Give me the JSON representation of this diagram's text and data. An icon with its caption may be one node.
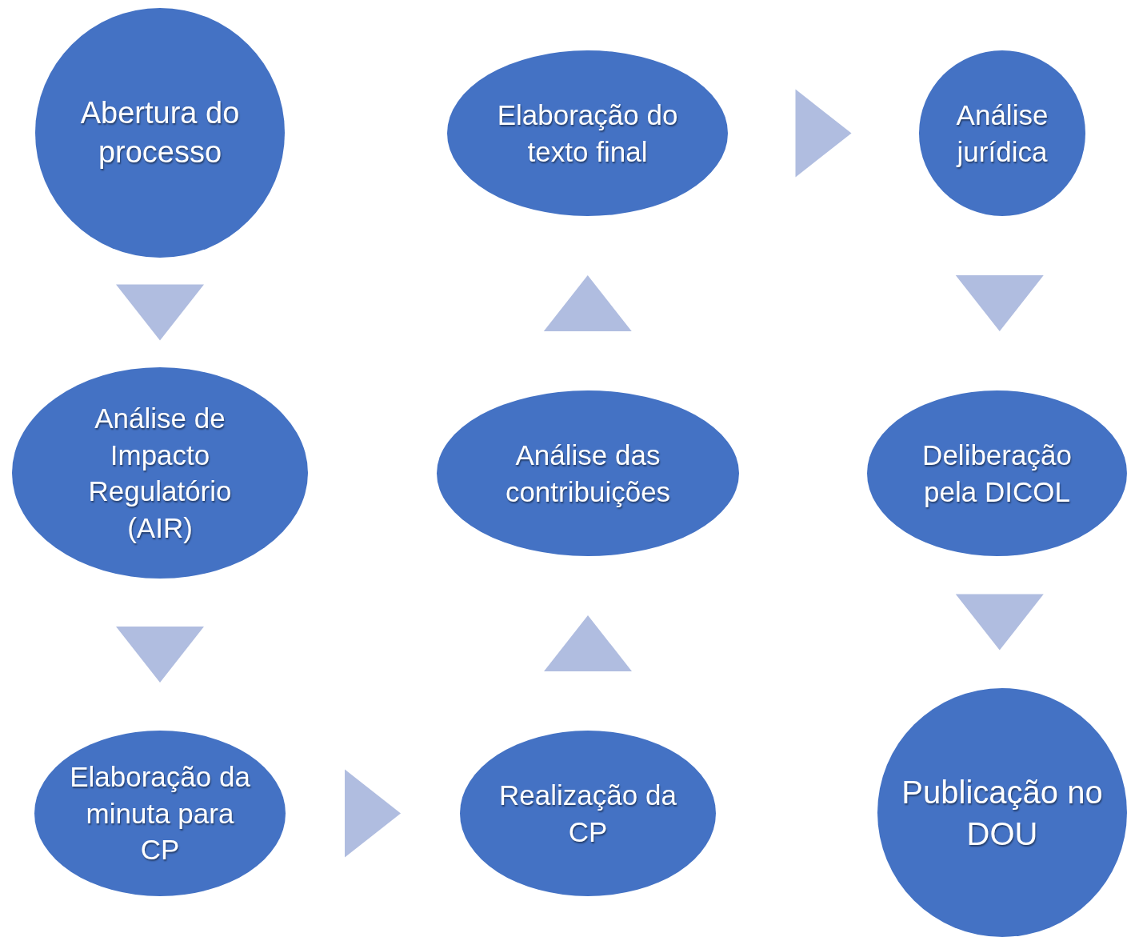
{
  "diagram": {
    "nodes": [
      {
        "text": [
          "Abertura do processo"
        ]
      },
      {
        "text": [
          "Análise de Impacto Regulatório (AIR)"
        ]
      },
      {
        "text": [
          "Elaboração da minuta para CP"
        ]
      },
      {
        "text": [
          "Realização da CP"
        ]
      },
      {
        "text": [
          "Análise das contribuições"
        ]
      },
      {
        "text": [
          "Elaboração do texto final"
        ]
      },
      {
        "text": [
          "Análise jurídica"
        ]
      },
      {
        "text": [
          "Deliberação pela DICOL"
        ]
      },
      {
        "text": [
          "Publicação no DOU"
        ]
      }
    ],
    "edges": [
      {
        "from": 0,
        "to": 1,
        "arrow": "to"
      },
      {
        "from": 1,
        "to": 2,
        "arrow": "to"
      },
      {
        "from": 2,
        "to": 3,
        "arrow": "to"
      },
      {
        "from": 3,
        "to": 4,
        "arrow": "to"
      },
      {
        "from": 4,
        "to": 5,
        "arrow": "to"
      },
      {
        "from": 5,
        "to": 6,
        "arrow": "to"
      },
      {
        "from": 6,
        "to": 7,
        "arrow": "to"
      },
      {
        "from": 7,
        "to": 8,
        "arrow": "to"
      }
    ]
  }
}
